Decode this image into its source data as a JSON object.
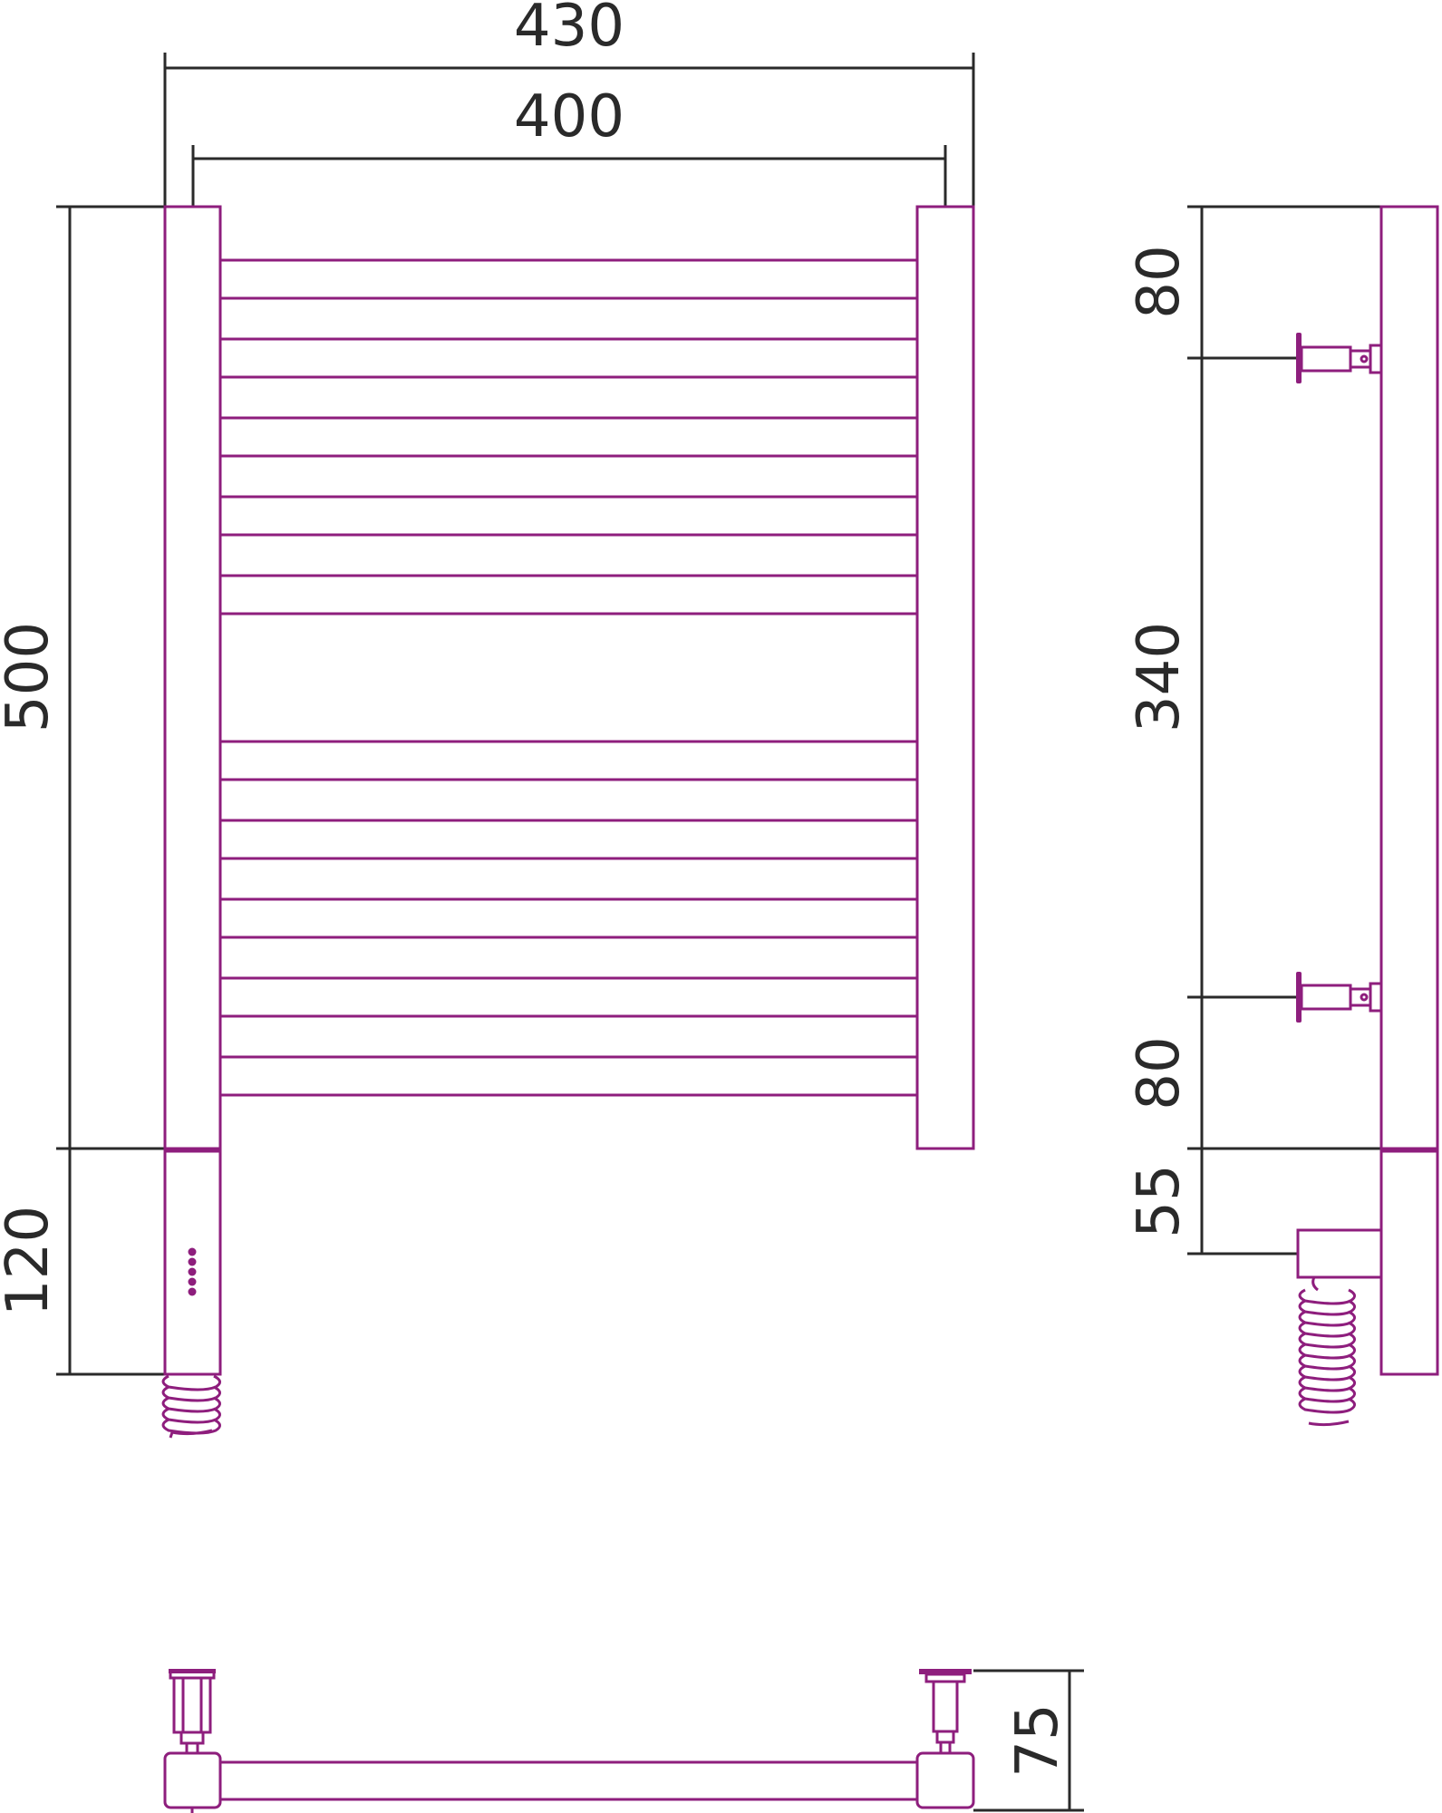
{
  "dimensions": {
    "overall_width": "430",
    "inner_width": "400",
    "height": "500",
    "element_height": "120",
    "top_offset": "80",
    "bracket_spacing": "340",
    "bottom_offset": "80",
    "outlet_offset": "55",
    "depth": "75"
  },
  "colors": {
    "outline": "#8e1e7d",
    "dimension_lines": "#2a2a2a",
    "background": "#ffffff"
  }
}
